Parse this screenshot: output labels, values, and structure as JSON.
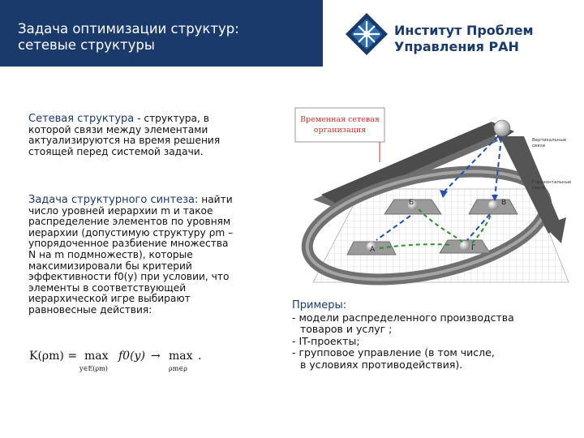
{
  "header": {
    "title_line1": "Задача оптимизации структур:",
    "title_line2": "сетевые структуры",
    "institute_line1": "Институт Проблем",
    "institute_line2": "Управления РАН"
  },
  "left": {
    "p1_lead": "Сетевая структура",
    "p1_lines": [
      "- структура, в",
      "которой связи между элементами",
      "актуализируются на время решения",
      "стоящей перед системой задачи."
    ],
    "p2_lead": "Задача структурного синтеза:",
    "p2_lines": [
      "найти",
      "число уровней иерархии m и такое",
      "распределение элементов по уровням",
      "иерархии (допустимую структуру ρm –",
      "упорядоченное разбиение множества",
      "N на m подмножеств), которые",
      "максимизировали бы критерий",
      "эффективности f0(y) при условии, что",
      "элементы в соответствующей",
      "иерархической игре выбирают",
      "равновесные действия:"
    ],
    "formula": {
      "lhs": "K(ρm) =",
      "max1": "max",
      "sub1": "y∈E(ρm)",
      "f": "f0(y)",
      "arrow": "→",
      "max2": "max",
      "sub2": "ρm∈ρ",
      "dot": "."
    }
  },
  "diagram": {
    "box_title_line1": "Временная сетевая",
    "box_title_line2": "организация",
    "label_vertical_1": "Вертикальные",
    "label_vertical_2": "связи",
    "label_horizontal_1": "Горизонтальные",
    "label_horizontal_2": "связи",
    "node_a": "A",
    "node_b": "Б",
    "node_v": "В",
    "node_g": "Г"
  },
  "examples": {
    "title": "Примеры:",
    "item1_line1": "- модели распределенного производства",
    "item1_line2": "товаров и услуг ;",
    "item2": "- IT-проекты;",
    "item3_line1": "- групповое управление (в том числе,",
    "item3_line2": "в условиях противодействия)."
  },
  "colors": {
    "header_bg": "#1b3a6c",
    "accent_blue": "#1b3a6c",
    "box_title_red": "#c0392b",
    "arrow_blue": "#1f4fb5",
    "arrow_green": "#2e8b2e"
  }
}
